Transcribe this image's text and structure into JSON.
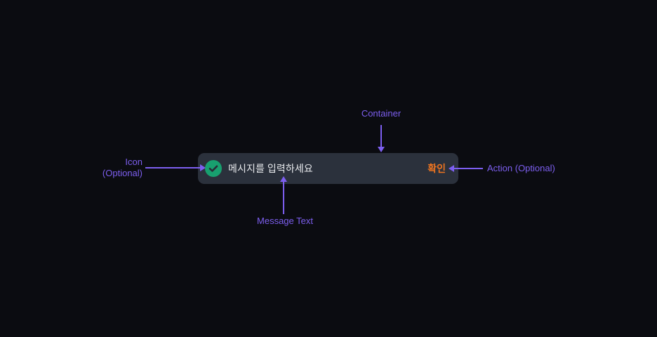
{
  "page": {
    "background_color": "#0b0c11"
  },
  "toast": {
    "container_color": "#2b313c",
    "icon": {
      "name": "check-circle-icon",
      "circle_color": "#18a06f",
      "check_color": "#272d37"
    },
    "message": "메시지를 입력하세요",
    "message_color": "#e9ebee",
    "action_label": "확인",
    "action_color": "#ee7420"
  },
  "annotations": {
    "accent_color": "#7d5ff0",
    "container": {
      "label": "Container"
    },
    "icon": {
      "label_line1": "Icon",
      "label_line2": "(Optional)"
    },
    "message": {
      "label": "Message Text"
    },
    "action": {
      "label": "Action (Optional)"
    }
  }
}
